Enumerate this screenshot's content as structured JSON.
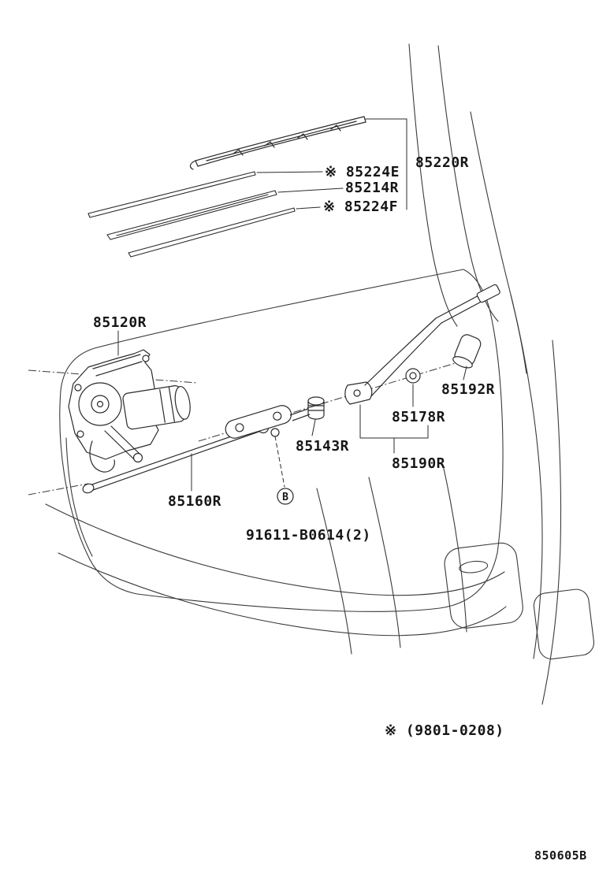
{
  "page": {
    "background": "#ffffff",
    "ink": "#222222"
  },
  "labels": {
    "w85224e": "※ 85224E",
    "w85220r": "85220R",
    "w85214r": "85214R",
    "w85224f": "※ 85224F",
    "p85120r": "85120R",
    "p85192r": "85192R",
    "p85178r": "85178R",
    "p85143r": "85143R",
    "p85190r": "85190R",
    "p85160r": "85160R",
    "bolt": "91611-B0614(2)",
    "callout_b": "B",
    "note": "※ (9801-0208)",
    "doc_number": "850605B"
  }
}
